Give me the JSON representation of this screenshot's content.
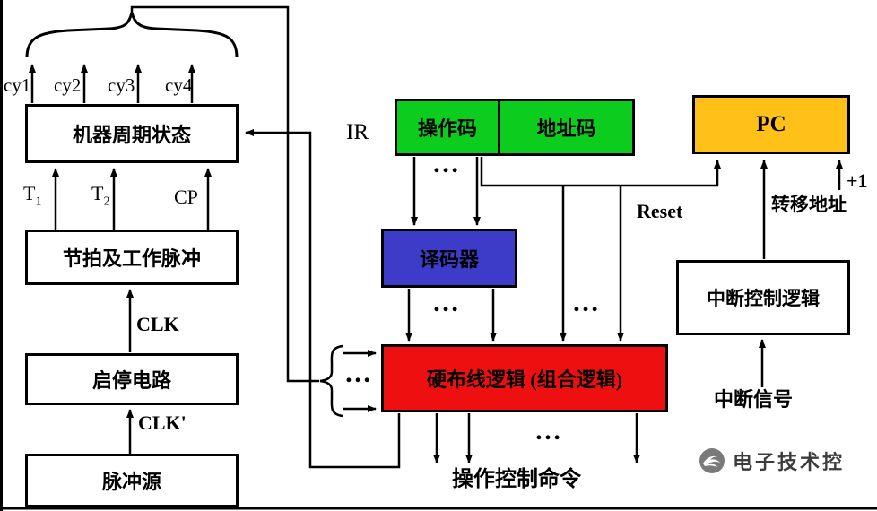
{
  "diagram": {
    "left_column": {
      "cycle_signals": [
        "cy1",
        "cy2",
        "cy3",
        "cy4"
      ],
      "boxes": {
        "machine_cycle": "机器周期状态",
        "beat_pulse": "节拍及工作脉冲",
        "start_stop": "启停电路",
        "pulse_source": "脉冲源"
      },
      "signals": {
        "t1_base": "T",
        "t1_sub": "1",
        "t2_base": "T",
        "t2_sub": "2",
        "cp": "CP",
        "clk": "CLK",
        "clk_prime": "CLK'"
      }
    },
    "ir": {
      "label": "IR",
      "opcode": "操作码",
      "address": "地址码"
    },
    "decoder": {
      "label": "译码器"
    },
    "hardwired": {
      "label": "硬布线逻辑 (组合逻辑)"
    },
    "pc": {
      "label": "PC",
      "plus_one": "+1",
      "reset": "Reset",
      "jump_address": "转移地址"
    },
    "interrupt": {
      "control_box": "中断控制逻辑",
      "signal": "中断信号"
    },
    "output_command": "操作控制命令",
    "ellipsis": "…"
  },
  "watermark": {
    "logo_icon": "hand-globe-logo-icon",
    "text": "电子技术控"
  },
  "colors": {
    "opcode_green": "#0ccc1e",
    "decoder_blue": "#3c3cc8",
    "hardwired_red": "#ee1010",
    "pc_orange": "#ffc018",
    "line_black": "#000000",
    "watermark_gray": "#7a7a7a"
  }
}
